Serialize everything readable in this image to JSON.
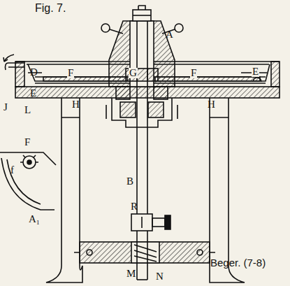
{
  "diagram": {
    "title": "Fig. 7.",
    "labels": [
      "A",
      "J",
      "D",
      "F",
      "G",
      "F",
      "E",
      "E",
      "H",
      "H",
      "L",
      "B",
      "R",
      "M",
      "N",
      "Beger. (7-8)",
      "F",
      "f",
      "A₁"
    ]
  }
}
